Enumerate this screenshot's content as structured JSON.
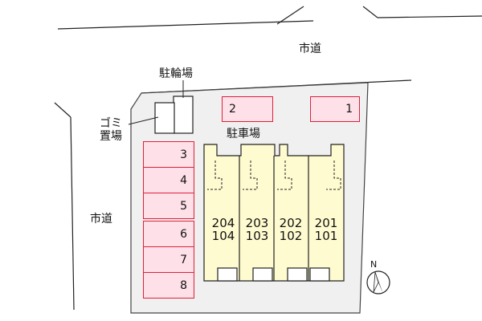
{
  "roads": {
    "top": "市道",
    "left": "市道"
  },
  "facilities": {
    "bicycle_parking": "駐輪場",
    "garbage_line1": "ゴミ",
    "garbage_line2": "置場",
    "car_parking": "駐車場"
  },
  "parking_slots": {
    "top": [
      {
        "label": "2"
      },
      {
        "label": "1"
      }
    ],
    "left": [
      {
        "label": "3"
      },
      {
        "label": "4"
      },
      {
        "label": "5"
      },
      {
        "label": "6"
      },
      {
        "label": "7"
      },
      {
        "label": "8"
      }
    ]
  },
  "units": [
    {
      "upper": "204",
      "lower": "104"
    },
    {
      "upper": "203",
      "lower": "103"
    },
    {
      "upper": "202",
      "lower": "102"
    },
    {
      "upper": "201",
      "lower": "101"
    }
  ],
  "compass": {
    "letter": "N"
  },
  "colors": {
    "slot_fill": "#fde0e8",
    "slot_border": "#e0203a",
    "building_fill": "#fffbd0",
    "site_fill": "#f0f0f0"
  }
}
